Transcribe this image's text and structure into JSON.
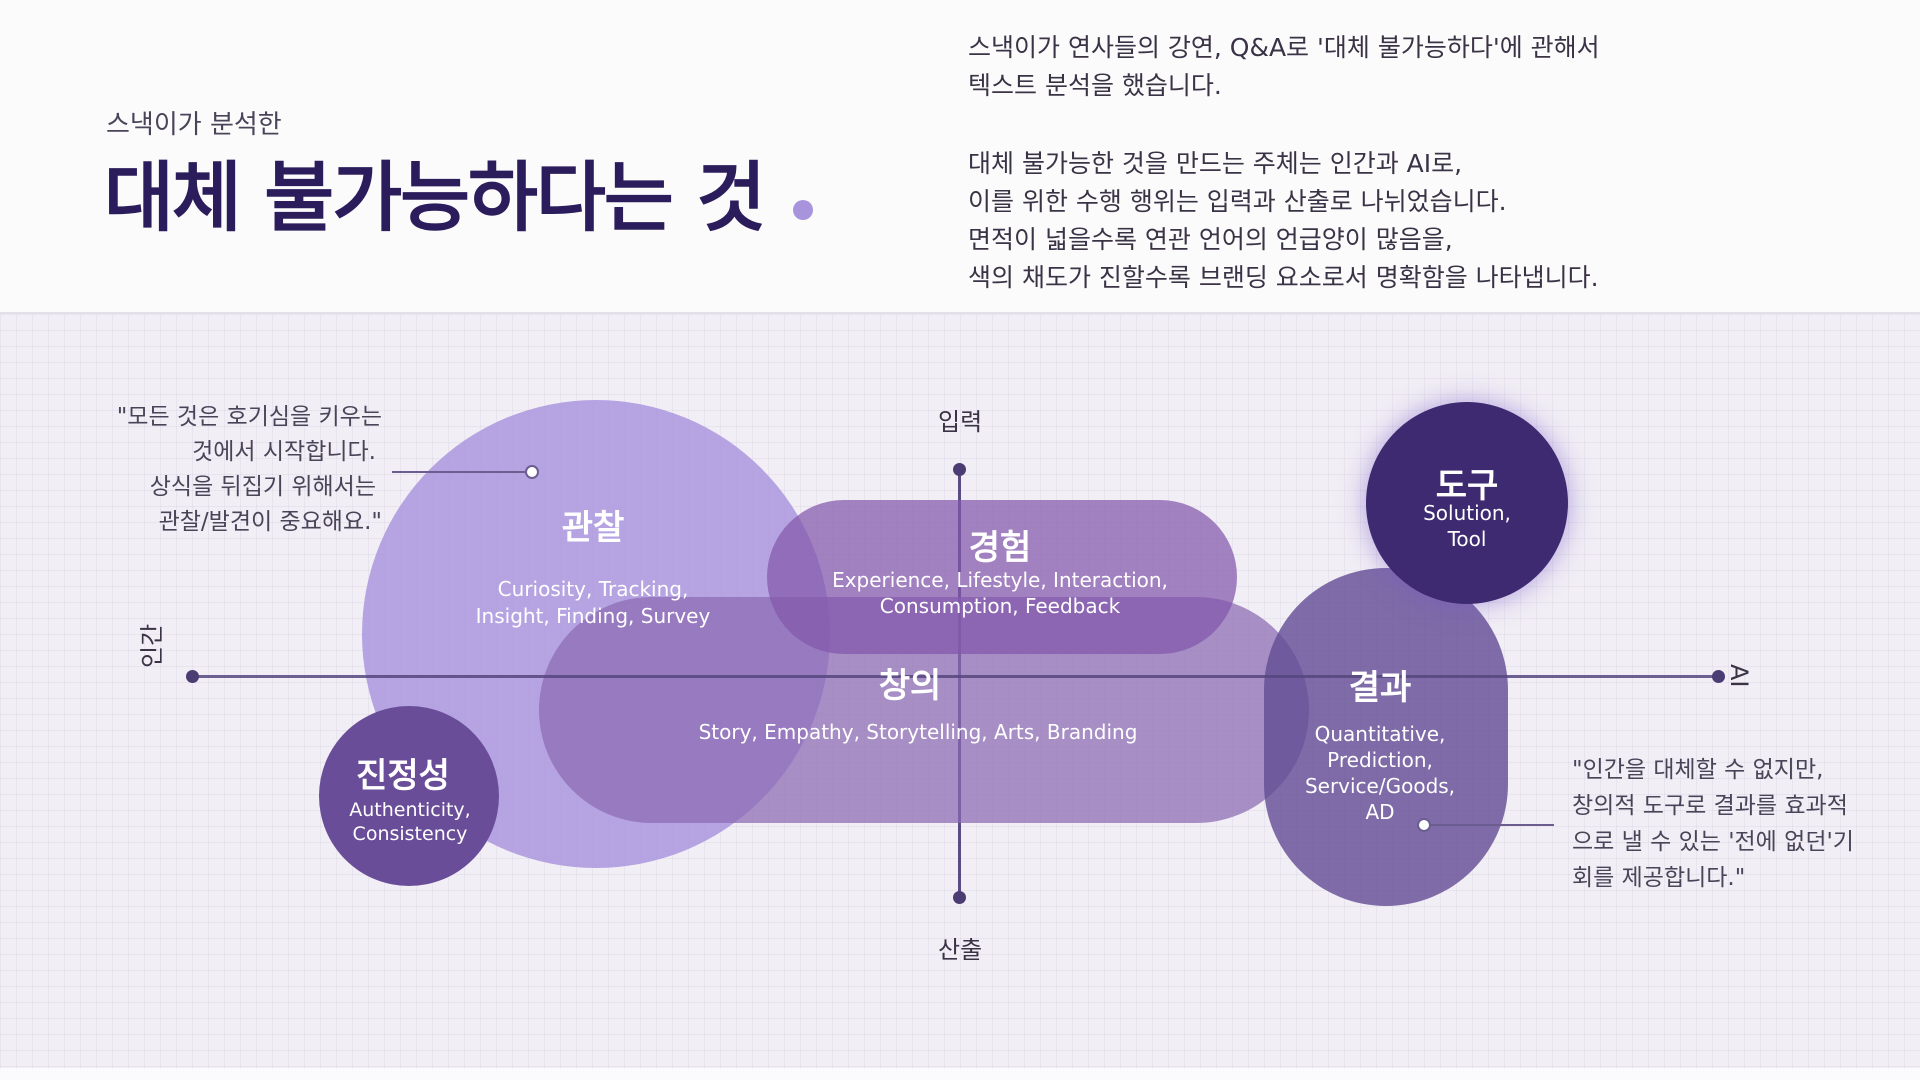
{
  "header": {
    "subtitle": "스낵이가 분석한",
    "title": "대체 불가능하다는 것",
    "description": [
      "스낵이가 연사들의 강연, Q&A로 '대체 불가능하다'에 관해서",
      "텍스트 분석을 했습니다.",
      "대체 불가능한 것을 만드는 주체는 인간과 AI로,",
      "이를 위한 수행 행위는 입력과 산출로 나뉘었습니다.",
      "면적이 넓을수록 연관 언어의 언급양이 많음을,",
      "색의 채도가 진할수록 브랜딩 요소로서 명확함을 나타냅니다."
    ]
  },
  "axes": {
    "top": "입력",
    "bottom": "산출",
    "left": "인간",
    "right": "AI"
  },
  "nodes": {
    "observation": {
      "title": "관찰",
      "keywords": [
        "Curiosity, Tracking,",
        "Insight, Finding, Survey"
      ],
      "color": "#a590dd"
    },
    "experience": {
      "title": "경험",
      "keywords": [
        "Experience, Lifestyle, Interaction,",
        "Consumption, Feedback"
      ],
      "color": "#8a63b4"
    },
    "creation": {
      "title": "창의",
      "keywords": [
        "Story, Empathy, Storytelling, Arts, Branding"
      ],
      "color": "#9a7cbd"
    },
    "result": {
      "title": "결과",
      "keywords": [
        "Quantitative,",
        "Prediction,",
        "Service/Goods,",
        "AD"
      ],
      "color": "#6f569e"
    },
    "tool": {
      "title": "도구",
      "keywords": [
        "Solution,",
        "Tool"
      ],
      "color": "#3e2a70"
    },
    "authenticity": {
      "title": "진정성",
      "keywords": [
        "Authenticity,",
        "Consistency"
      ],
      "color": "#6a4d99"
    }
  },
  "quotes": {
    "left": [
      "\"모든 것은 호기심을 키우는",
      "것에서 시작합니다.",
      "상식을 뒤집기 위해서는",
      "관찰/발견이 중요해요.\""
    ],
    "right": [
      "\"인간을 대체할 수 없지만,",
      "창의적 도구로 결과를 효과적",
      "으로 낼 수 있는 '전에 없던'기",
      "회를 제공합니다.\""
    ]
  },
  "colors": {
    "title": "#2b1d5c",
    "accent_dot": "#a894dd",
    "axis_line": "#55467e"
  }
}
